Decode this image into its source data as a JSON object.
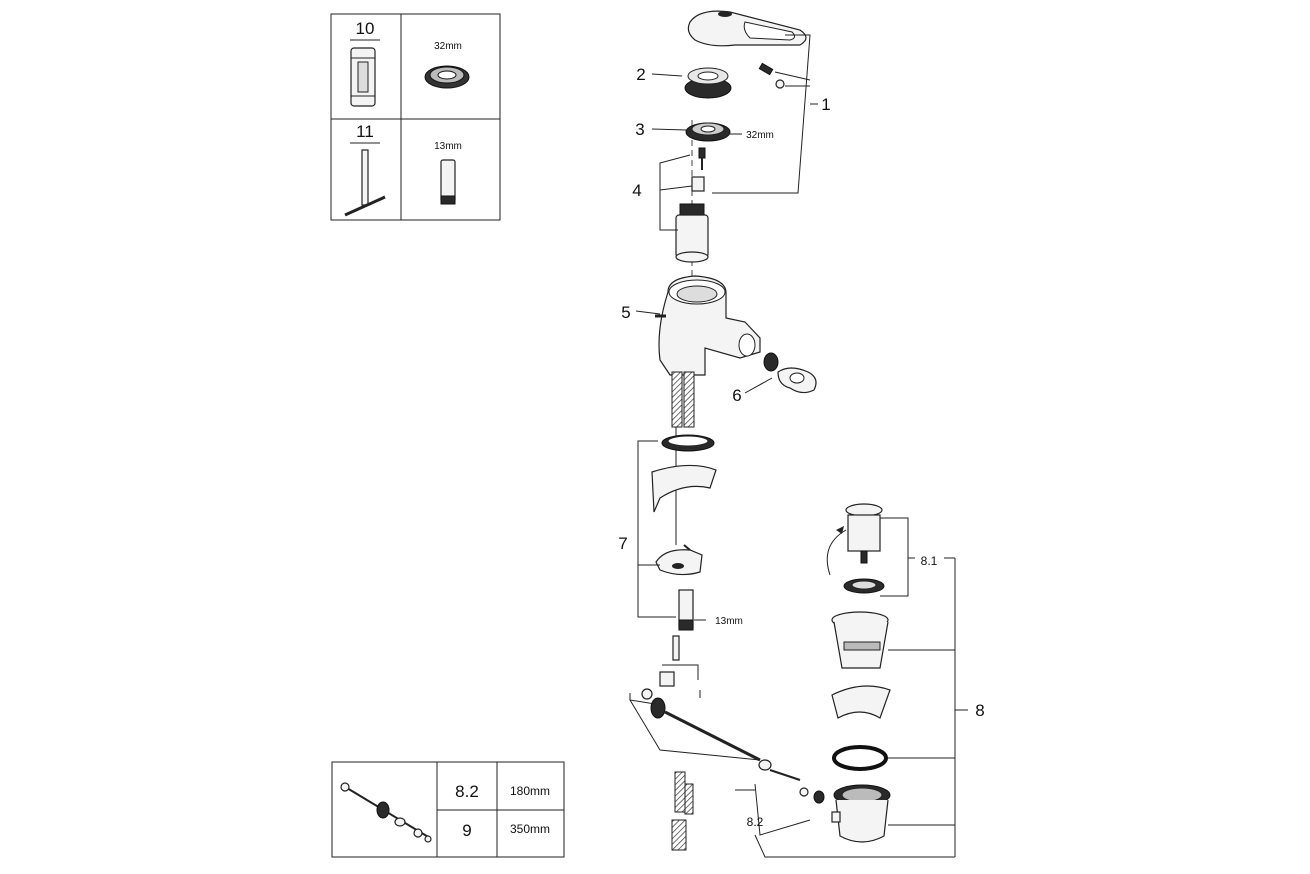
{
  "inset_tools": {
    "tool_10": {
      "number": "10",
      "size": "32mm"
    },
    "tool_11": {
      "number": "11",
      "size": "13mm"
    }
  },
  "inset_hoses": {
    "rows": [
      {
        "number": "8.2",
        "length": "180mm"
      },
      {
        "number": "9",
        "length": "350mm"
      }
    ]
  },
  "callouts": {
    "c1": "1",
    "c2": "2",
    "c3": "3",
    "c4": "4",
    "c5": "5",
    "c6": "6",
    "c7": "7",
    "c8": "8",
    "c81": "8.1",
    "c82": "8.2"
  },
  "dimensions": {
    "nut_32": "32mm",
    "nut_13": "13mm"
  }
}
